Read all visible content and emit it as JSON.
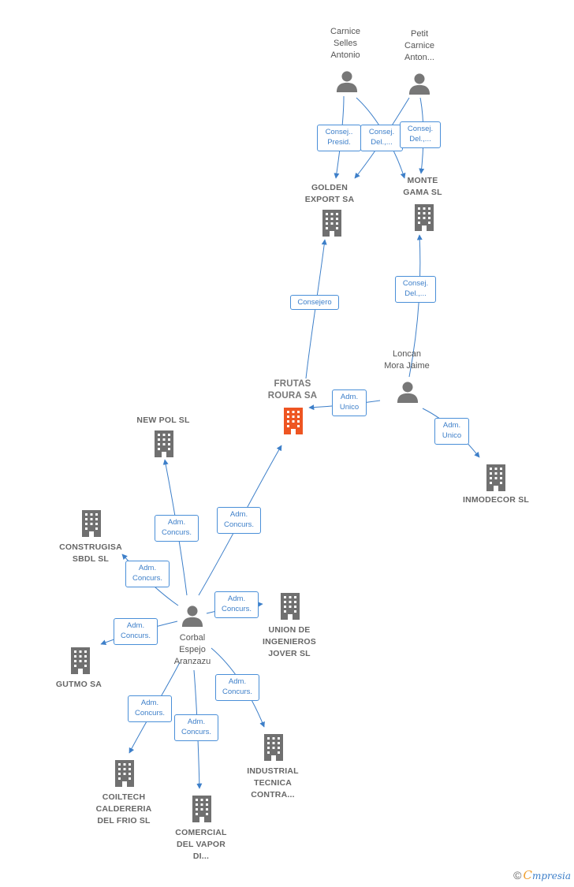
{
  "colors": {
    "edge": "#3d7fc9",
    "building": "#707070",
    "building_highlight": "#ee5522",
    "person": "#777777"
  },
  "nodes": [
    {
      "id": "carnice_selles",
      "type": "person",
      "lines": [
        "Carnice",
        "Selles",
        "Antonio"
      ]
    },
    {
      "id": "petit_carnice",
      "type": "person",
      "lines": [
        "Petit",
        "Carnice",
        "Anton..."
      ]
    },
    {
      "id": "golden_export",
      "type": "company",
      "lines": [
        "GOLDEN",
        "EXPORT SA"
      ]
    },
    {
      "id": "monte_gama",
      "type": "company",
      "lines": [
        "MONTE",
        "GAMA SL"
      ]
    },
    {
      "id": "loncan",
      "type": "person",
      "lines": [
        "Loncan",
        "Mora Jaime"
      ]
    },
    {
      "id": "frutas_roura",
      "type": "company",
      "highlight": true,
      "lines": [
        "FRUTAS",
        "ROURA SA"
      ]
    },
    {
      "id": "inmodecor",
      "type": "company",
      "lines": [
        "INMODECOR SL"
      ]
    },
    {
      "id": "newpol",
      "type": "company",
      "lines": [
        "NEW POL SL"
      ]
    },
    {
      "id": "construgisa",
      "type": "company",
      "lines": [
        "CONSTRUGISA",
        "SBDL SL"
      ]
    },
    {
      "id": "union_ingenieros",
      "type": "company",
      "lines": [
        "UNION DE",
        "INGENIEROS",
        "JOVER SL"
      ]
    },
    {
      "id": "corbal",
      "type": "person",
      "lines": [
        "Corbal",
        "Espejo",
        "Aranzazu"
      ]
    },
    {
      "id": "gutmo",
      "type": "company",
      "lines": [
        "GUTMO SA"
      ]
    },
    {
      "id": "industrial_tecnica",
      "type": "company",
      "lines": [
        "INDUSTRIAL",
        "TECNICA",
        "CONTRA..."
      ]
    },
    {
      "id": "coiltech",
      "type": "company",
      "lines": [
        "COILTECH",
        "CALDERERIA",
        "DEL FRIO SL"
      ]
    },
    {
      "id": "comercial_vapor",
      "type": "company",
      "lines": [
        "COMERCIAL",
        "DEL VAPOR",
        "DI..."
      ]
    }
  ],
  "edges": [
    {
      "id": "e1",
      "lines": [
        "Consej..",
        "Presid."
      ]
    },
    {
      "id": "e2",
      "lines": [
        "Consej.",
        "Del.,..."
      ]
    },
    {
      "id": "e3",
      "lines": [
        "Consej.",
        "Del.,..."
      ]
    },
    {
      "id": "e4",
      "lines": [
        "Consejero"
      ]
    },
    {
      "id": "e5",
      "lines": [
        "Consej.",
        "Del.,..."
      ]
    },
    {
      "id": "e6",
      "lines": [
        "Adm.",
        "Unico"
      ]
    },
    {
      "id": "e7",
      "lines": [
        "Adm.",
        "Unico"
      ]
    },
    {
      "id": "e8",
      "lines": [
        "Adm.",
        "Concurs."
      ]
    },
    {
      "id": "e9",
      "lines": [
        "Adm.",
        "Concurs."
      ]
    },
    {
      "id": "e10",
      "lines": [
        "Adm.",
        "Concurs."
      ]
    },
    {
      "id": "e11",
      "lines": [
        "Adm.",
        "Concurs."
      ]
    },
    {
      "id": "e12",
      "lines": [
        "Adm.",
        "Concurs."
      ]
    },
    {
      "id": "e13",
      "lines": [
        "Adm.",
        "Concurs."
      ]
    },
    {
      "id": "e14",
      "lines": [
        "Adm.",
        "Concurs."
      ]
    },
    {
      "id": "e15",
      "lines": [
        "Adm.",
        "Concurs."
      ]
    }
  ],
  "footer": {
    "copyright": "©",
    "brand_first": "C",
    "brand_rest": "mpresia"
  }
}
